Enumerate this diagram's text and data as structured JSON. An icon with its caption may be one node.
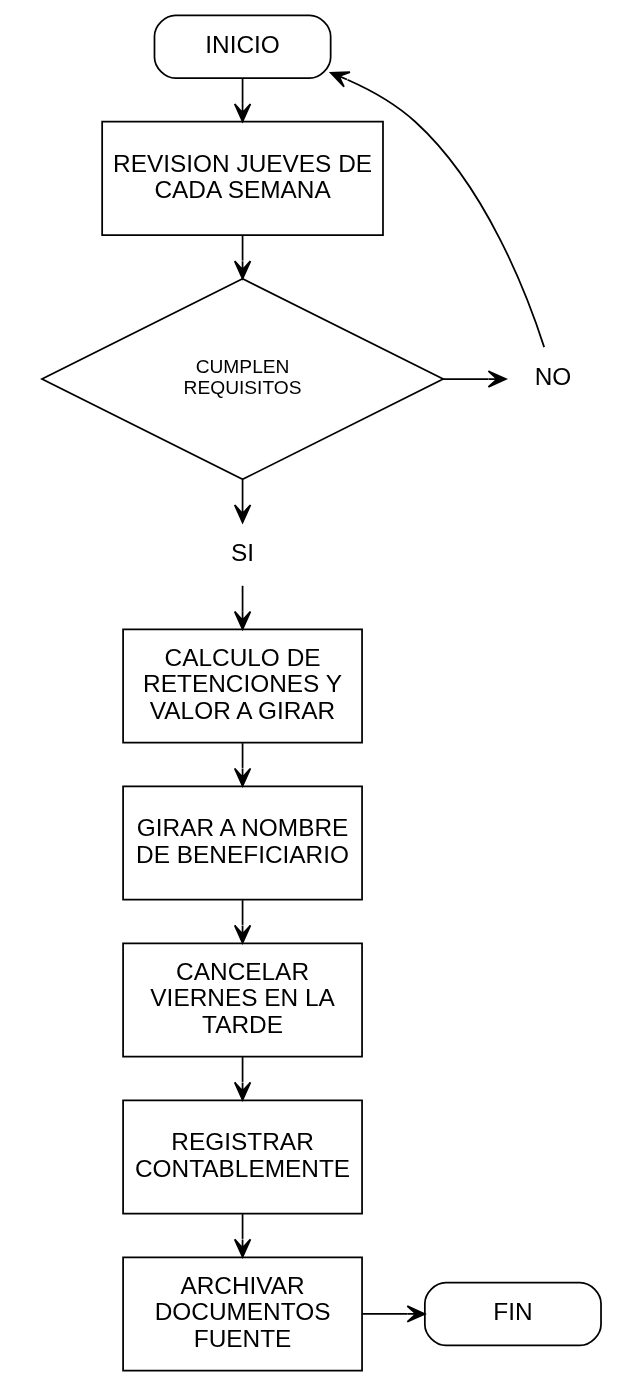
{
  "diagram": {
    "nodes": [
      {
        "text": [
          "INICIO"
        ]
      },
      {
        "text": [
          "REVISION JUEVES DE CADA SEMANA"
        ]
      },
      {
        "text": [
          "CUMPLEN REQUISITOS"
        ]
      },
      {
        "text": [
          "NO"
        ]
      },
      {
        "text": [
          "SI"
        ]
      },
      {
        "text": [
          "CALCULO DE RETENCIONES Y VALOR A GIRAR"
        ]
      },
      {
        "text": [
          "GIRAR A NOMBRE DE BENEFICIARIO"
        ]
      },
      {
        "text": [
          "CANCELAR VIERNES EN LA TARDE"
        ]
      },
      {
        "text": [
          "REGISTRAR CONTABLEMENTE"
        ]
      },
      {
        "text": [
          "ARCHIVAR DOCUMENTOS FUENTE"
        ]
      },
      {
        "text": [
          "FIN"
        ]
      }
    ],
    "edges": [
      {
        "from": 0,
        "to": 1,
        "arrow": "to"
      },
      {
        "from": 1,
        "to": 2,
        "arrow": "to"
      },
      {
        "from": 2,
        "to": 3,
        "arrow": "to"
      },
      {
        "from": 3,
        "to": 0,
        "arrow": "to"
      },
      {
        "from": 2,
        "to": 4,
        "arrow": "to"
      },
      {
        "from": 4,
        "to": 5,
        "arrow": "to"
      },
      {
        "from": 5,
        "to": 6,
        "arrow": "to"
      },
      {
        "from": 6,
        "to": 7,
        "arrow": "to"
      },
      {
        "from": 7,
        "to": 8,
        "arrow": "to"
      },
      {
        "from": 8,
        "to": 9,
        "arrow": "to"
      },
      {
        "from": 9,
        "to": 10,
        "arrow": "to"
      }
    ]
  }
}
